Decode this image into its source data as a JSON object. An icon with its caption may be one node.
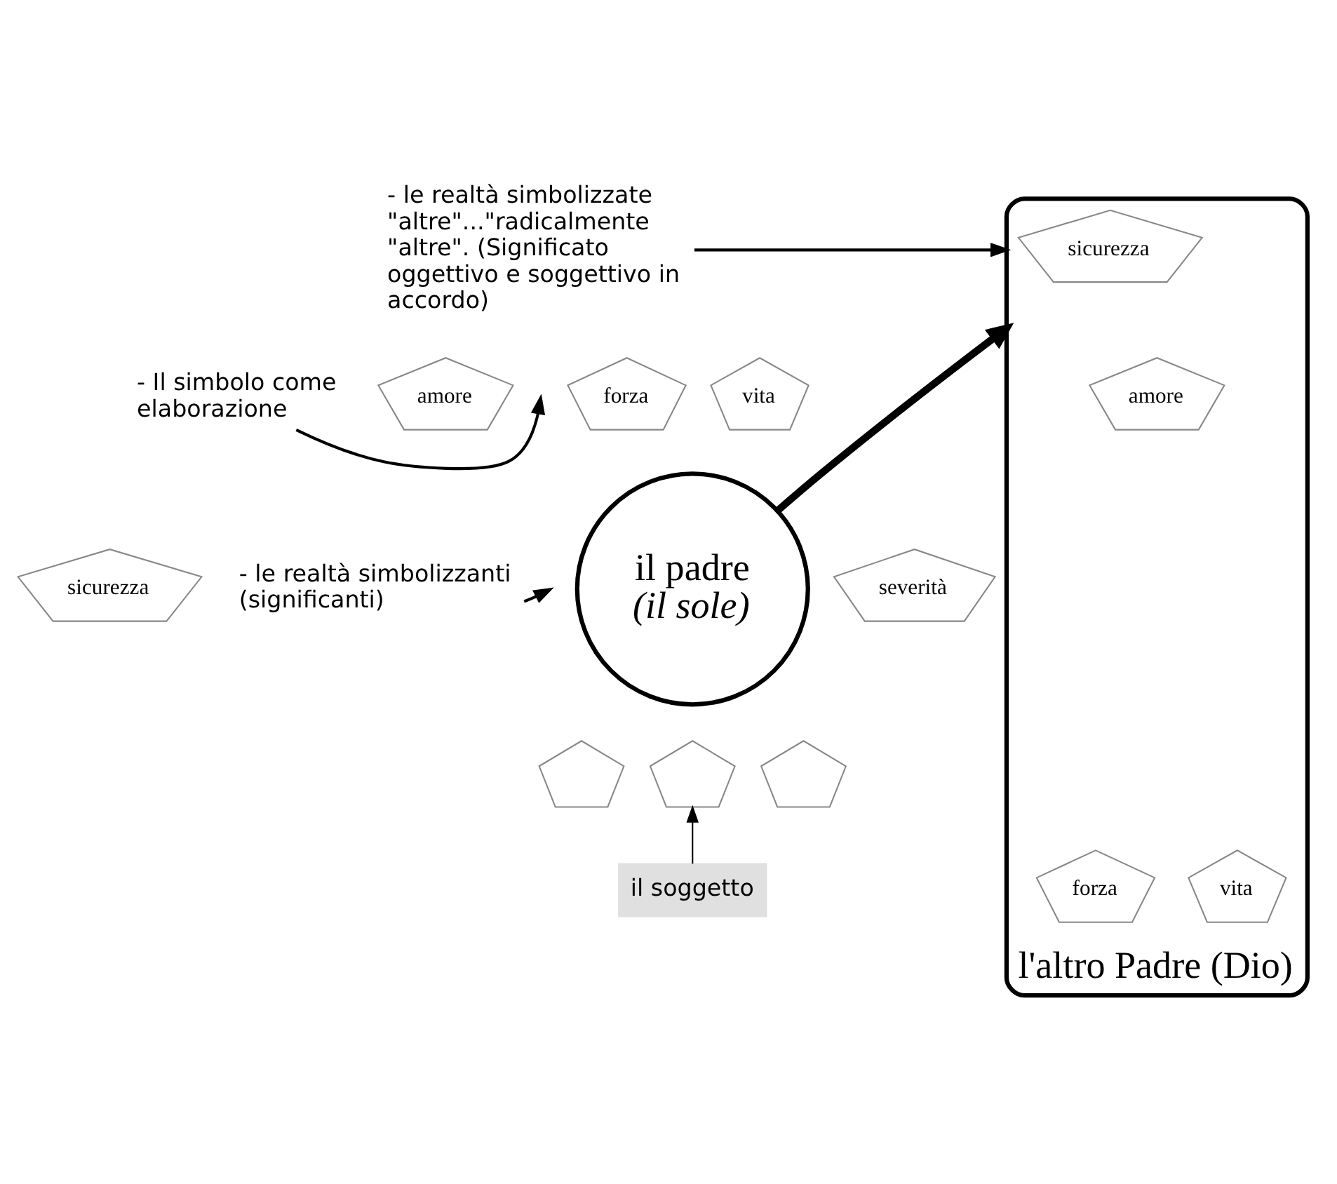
{
  "diagram": {
    "nodes": [
      {
        "text": [
          "- le realtà simbolizzate \"altre\"...\"radicalmente \"altre\". (Significato oggettivo e soggettivo in accordo)"
        ]
      },
      {
        "text": [
          "l'altro Padre (Dio)"
        ]
      },
      {
        "text": [
          "sicurezza"
        ],
        "in": 1
      },
      {
        "text": [
          "vita"
        ],
        "in": 1
      },
      {
        "text": [
          "amore"
        ],
        "in": 1
      },
      {
        "text": [
          "forza"
        ],
        "in": 1
      },
      {
        "text": [
          "- Il simbolo come elaborazione"
        ]
      },
      {
        "text": [
          "amore"
        ]
      },
      {
        "text": [
          "- le realtà simbolizzanti (significanti)"
        ]
      },
      {
        "text": [
          "forza"
        ]
      },
      {
        "text": [
          "vita"
        ]
      },
      {
        "text": [
          "il padre",
          "(il sole)"
        ]
      },
      {
        "text": [
          "sicurezza"
        ]
      },
      {
        "text": [
          "severità"
        ]
      },
      {
        "text": [],
        "shape": "pentagon"
      },
      {
        "text": [],
        "shape": "pentagon"
      },
      {
        "text": [],
        "shape": "pentagon"
      },
      {
        "text": [
          "il soggetto"
        ]
      }
    ],
    "edges": [
      {
        "from": 0,
        "to": 1,
        "arrow": "to"
      },
      {
        "from": 6,
        "to": null,
        "arrow": "to"
      },
      {
        "from": 11,
        "to": 1,
        "arrow": "to",
        "style": "thick"
      },
      {
        "from": 8,
        "to": null,
        "arrow": "to"
      },
      {
        "from": 17,
        "to": 15,
        "arrow": "to"
      }
    ]
  }
}
